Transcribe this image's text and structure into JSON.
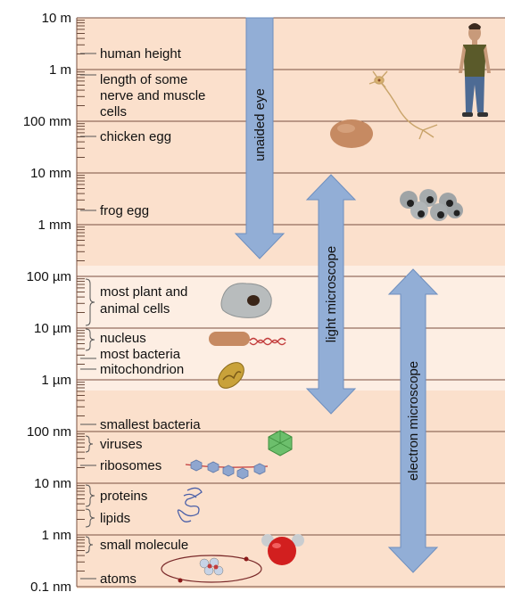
{
  "scale_labels": [
    "10 m",
    "1 m",
    "100 mm",
    "10 mm",
    "1 mm",
    "100 µm",
    "10 µm",
    "1 µm",
    "100 nm",
    "10 nm",
    "1 nm",
    "0.1 nm"
  ],
  "items": {
    "human_height": "human height",
    "nerve_muscle_1": "length of some",
    "nerve_muscle_2": "nerve and muscle",
    "nerve_muscle_3": "cells",
    "chicken_egg": "chicken egg",
    "frog_egg": "frog egg",
    "plant_animal_1": "most plant and",
    "plant_animal_2": "animal cells",
    "nucleus": "nucleus",
    "bacteria": "most bacteria",
    "mitochondrion": "mitochondrion",
    "smallest_bacteria": "smallest bacteria",
    "viruses": "viruses",
    "ribosomes": "ribosomes",
    "proteins": "proteins",
    "lipids": "lipids",
    "small_molecule": "small molecule",
    "atoms": "atoms"
  },
  "ranges": {
    "unaided_eye": "unaided eye",
    "light_microscope": "light microscope",
    "electron_microscope": "electron microscope"
  },
  "colors": {
    "band": "#fbe0cc",
    "band_light": "#fdeee3",
    "arrow": "#92aed6",
    "arrow_edge": "#6e8fbf"
  }
}
